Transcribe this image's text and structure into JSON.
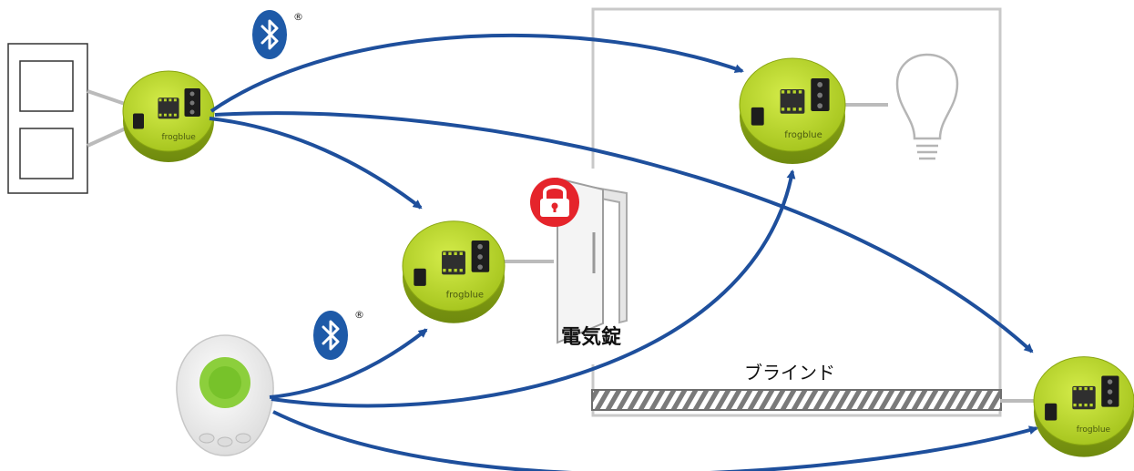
{
  "labels": {
    "electric_lock": "電気錠",
    "blind": "ブラインド",
    "registered_mark": "®",
    "brand": "frogblue"
  },
  "icons": [
    "bluetooth-icon",
    "lock-icon",
    "lightbulb-icon",
    "wall-switch-icon",
    "remote-fob-icon",
    "door-icon",
    "blind-icon"
  ],
  "colors": {
    "arrow": "#1e4f9c",
    "module_green": "#b8d62a",
    "module_green_dark": "#7c9a12",
    "room_outline": "#c9c9c9",
    "bluetooth": "#1e5aa8",
    "lock_red": "#e5242b"
  }
}
